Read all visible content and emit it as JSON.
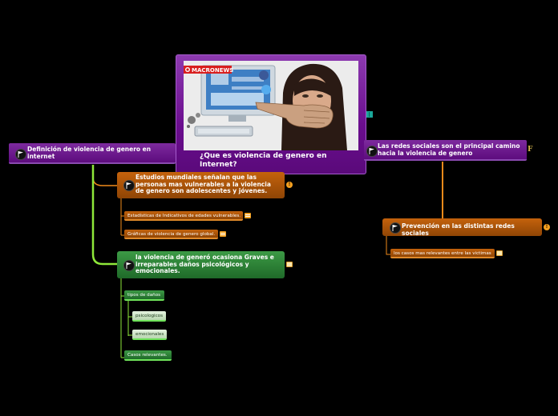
{
  "central": {
    "title": "¿Que es violencia de genero en Internet?",
    "image_logo": "MACRONEWS"
  },
  "branches": {
    "definicion": "Definición de violencia de genero en internet",
    "estudios": "Estudios mundiales señalan que las personas mas vulnerables a la violencia de genero son adolescentes y jóvenes.",
    "estadisticas": "Estadísticas de Indicativos de edades vulnerables.",
    "graficas": "Gráficas de violencia de genero global.",
    "violencia": "la violencia de generó ocasiona Graves e irreparables daños psicológicos y emocionales.",
    "tipos": "tipos de daños",
    "psicologicos": "psicologicos",
    "emocionales": "emocionales",
    "casos_relevantes": "Casos relevantes.",
    "redes": "Las redes sociales son el principal camino hacia la violencia de genero",
    "prevencion": "Prevención en las distintas redes sociales",
    "casos_victimas": "los casos mas relevantes entre las victimas"
  },
  "markers": {
    "f_label": "F"
  },
  "icons": {
    "flag": "flag-icon",
    "info": "info-icon",
    "note": "note-icon"
  },
  "colors": {
    "background": "#000000",
    "central": "#6a0d8e",
    "purple": "#6d1a8e",
    "orange": "#b3580a",
    "green": "#2f8a3a",
    "connector_green": "#8ee83a",
    "connector_orange": "#f08a1a"
  }
}
